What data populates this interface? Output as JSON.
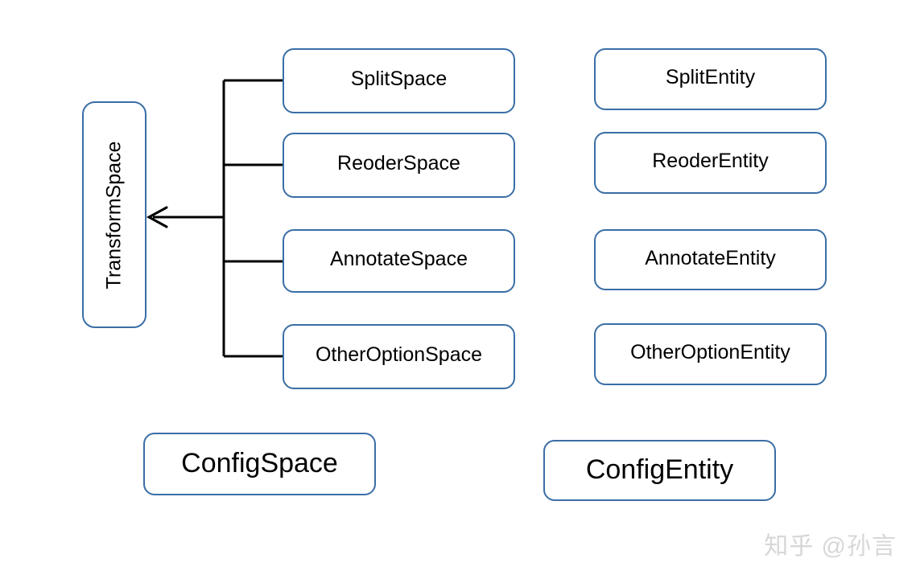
{
  "diagram": {
    "background_color": "#ffffff",
    "box_border_color": "#3a6ea5",
    "connector_color": "#000000",
    "root": {
      "label": "TransformSpace",
      "orientation": "vertical"
    },
    "space_column": [
      {
        "label": "SplitSpace"
      },
      {
        "label": "ReoderSpace"
      },
      {
        "label": "AnnotateSpace"
      },
      {
        "label": "OtherOptionSpace"
      }
    ],
    "entity_column": [
      {
        "label": "SplitEntity"
      },
      {
        "label": "ReoderEntity"
      },
      {
        "label": "AnnotateEntity"
      },
      {
        "label": "OtherOptionEntity"
      }
    ],
    "config_row": [
      {
        "label": "ConfigSpace"
      },
      {
        "label": "ConfigEntity"
      }
    ],
    "arrow": {
      "name": "inheritance-arrow",
      "direction": "left",
      "style": "open-v-head"
    }
  },
  "watermark": {
    "text": "知乎 @孙言",
    "color": "#d7d7d7"
  }
}
